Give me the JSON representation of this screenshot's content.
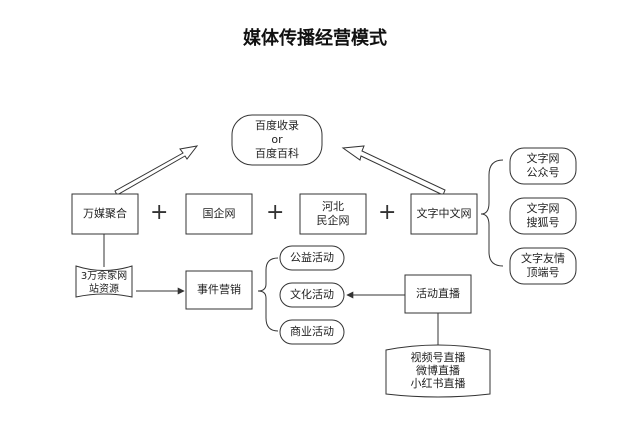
{
  "title": "媒体传播经营模式",
  "top_node": {
    "line1": "百度收录",
    "line2": "or",
    "line3": "百度百科"
  },
  "row1": {
    "wanmei": "万媒聚合",
    "guoqi": "国企网",
    "hebei_line1": "河北",
    "hebei_line2": "民企网",
    "wenzi": "文字中文网",
    "plus": "+"
  },
  "side_nodes": [
    {
      "line1": "文字网",
      "line2": "公众号"
    },
    {
      "line1": "文字网",
      "line2": "搜狐号"
    },
    {
      "line1": "文字友情",
      "line2": "顶端号"
    }
  ],
  "resources": {
    "line1": "3万余家网",
    "line2": "站资源"
  },
  "event_marketing": "事件营销",
  "activities": [
    "公益活动",
    "文化活动",
    "商业活动"
  ],
  "live": "活动直播",
  "live_channels": [
    "视频号直播",
    "微博直播",
    "小红书直播"
  ]
}
